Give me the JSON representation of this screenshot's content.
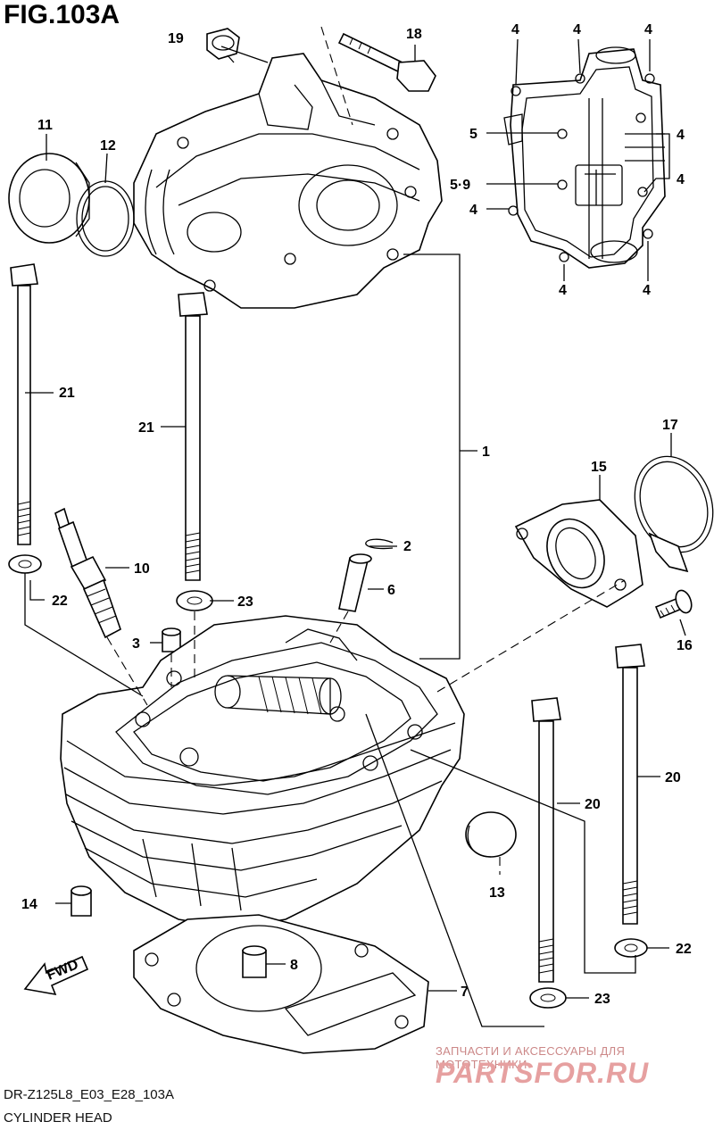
{
  "figure_title": "FIG.103A",
  "model_code": "DR-Z125L8_E03_E28_103A",
  "caption": "CYLINDER HEAD",
  "watermark": {
    "line1": "ЗАПЧАСТИ И АКСЕССУАРЫ ДЛЯ МОТОТЕХНИКИ",
    "line2": "PARTSFOR.RU"
  },
  "direction_arrow": "FWD",
  "part_numbers": {
    "p1": "1",
    "p2": "2",
    "p3": "3",
    "p4": "4",
    "p5": "5",
    "p5_9": "5·9",
    "p6": "6",
    "p7": "7",
    "p8": "8",
    "p10": "10",
    "p11": "11",
    "p12": "12",
    "p13": "13",
    "p14": "14",
    "p15": "15",
    "p16": "16",
    "p17": "17",
    "p18": "18",
    "p19": "19",
    "p20": "20",
    "p21": "21",
    "p22": "22",
    "p23": "23"
  },
  "colors": {
    "line": "#000000",
    "background": "#ffffff",
    "watermark": "#e6a0a0"
  }
}
